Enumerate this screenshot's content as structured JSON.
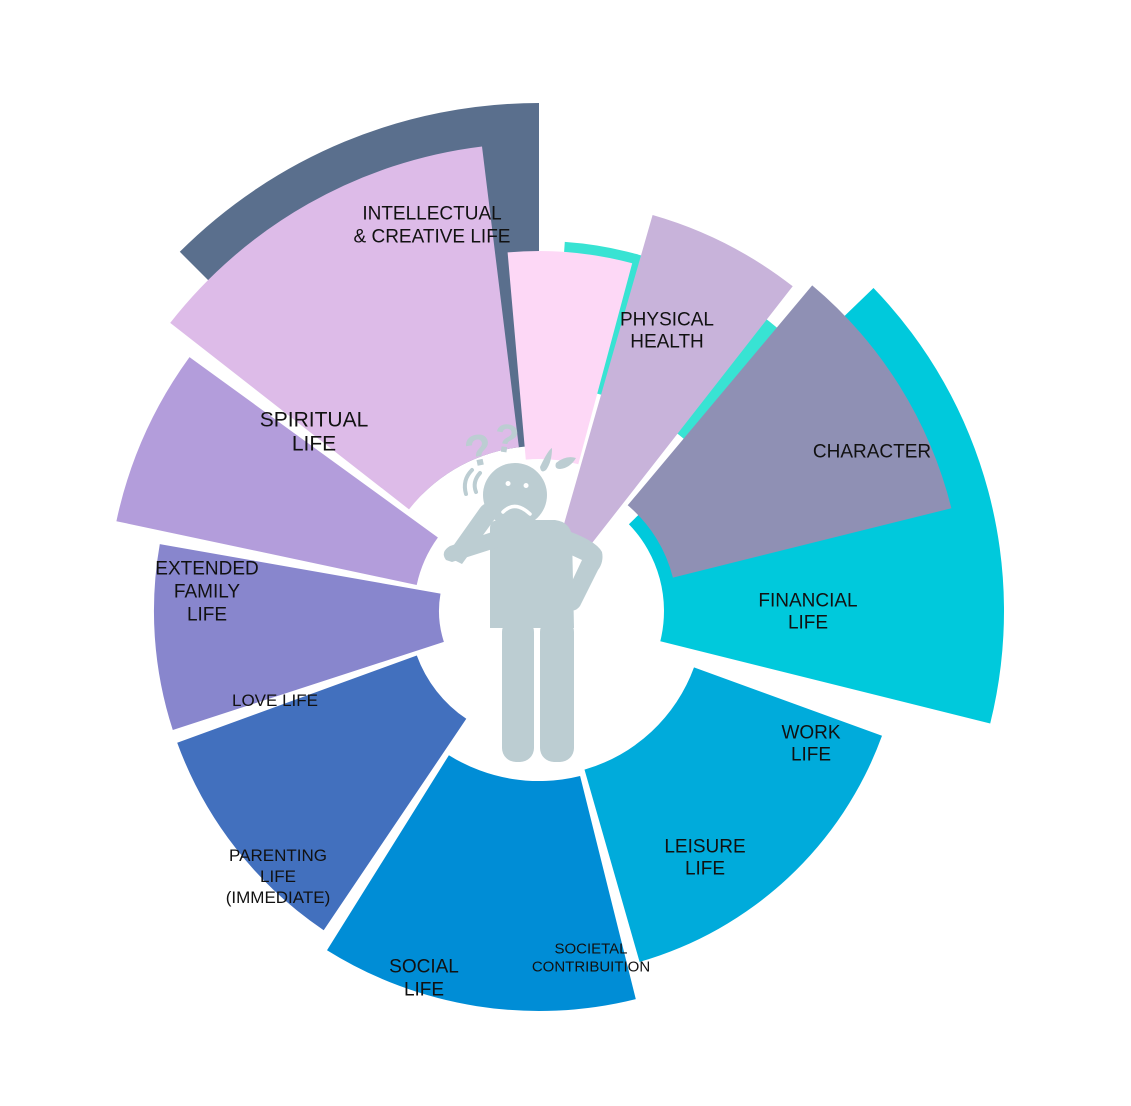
{
  "segments": [
    {
      "id": "intellectual",
      "lines": [
        "INTELLECTUAL",
        "& CREATIVE LIFE"
      ],
      "color": "#5a6f8d"
    },
    {
      "id": "physical",
      "lines": [
        "PHYSICAL",
        "HEALTH"
      ],
      "color": "#38e3d3"
    },
    {
      "id": "character",
      "lines": [
        "CHARACTER"
      ],
      "color": "#00c9dc"
    },
    {
      "id": "financial",
      "lines": [
        "FINANCIAL",
        "LIFE"
      ],
      "color": "#00abdb"
    },
    {
      "id": "work",
      "lines": [
        "WORK",
        "LIFE"
      ],
      "color": "#008dd6"
    },
    {
      "id": "leisure",
      "lines": [
        "LEISURE",
        "LIFE"
      ],
      "color": "#4270be"
    },
    {
      "id": "societal",
      "lines": [
        "SOCIETAL",
        "CONTRIBUITION"
      ],
      "color": "#8886cd"
    },
    {
      "id": "social",
      "lines": [
        "SOCIAL",
        "LIFE"
      ],
      "color": "#b39ddb"
    },
    {
      "id": "parenting",
      "lines": [
        "PARENTING",
        "LIFE",
        "(IMMEDIATE)"
      ],
      "color": "#ddbbe8"
    },
    {
      "id": "love",
      "lines": [
        "LOVE LIFE"
      ],
      "color": "#fdd8f6"
    },
    {
      "id": "extended",
      "lines": [
        "EXTENDED",
        "FAMILY",
        "LIFE"
      ],
      "color": "#c8b3da"
    },
    {
      "id": "spiritual",
      "lines": [
        "SPIRITUAL",
        "LIFE"
      ],
      "color": "#8f90b4"
    }
  ],
  "figure": {
    "icon": "confused-person-icon",
    "color": "#bccdd2",
    "question_marks": [
      "?",
      "?"
    ]
  }
}
